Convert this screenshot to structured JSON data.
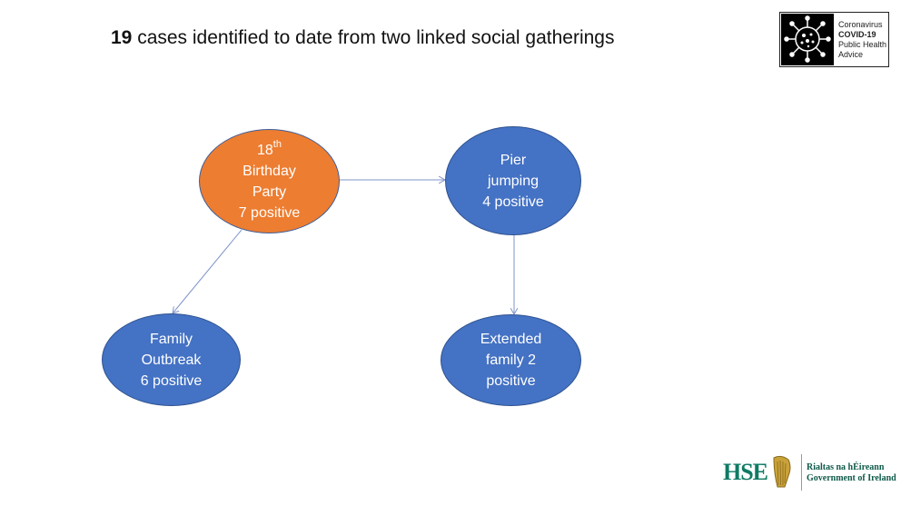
{
  "title": {
    "count": "19",
    "rest": "cases identified to date from two linked social gatherings"
  },
  "badge": {
    "line1": "Coronavirus",
    "line2": "COVID-19",
    "line3": "Public Health",
    "line4": "Advice"
  },
  "nodes": {
    "birthday": {
      "l1_num": "18",
      "l1_sup": "th",
      "l2": "Birthday",
      "l3": "Party",
      "l4": "7 positive",
      "color": "#ed7d31"
    },
    "pier": {
      "l1": "Pier",
      "l2": "jumping",
      "l3": "4 positive",
      "color": "#4472c4"
    },
    "family": {
      "l1": "Family",
      "l2": "Outbreak",
      "l3": "6 positive",
      "color": "#4472c4"
    },
    "extended": {
      "l1": "Extended",
      "l2": "family 2",
      "l3": "positive",
      "color": "#4472c4"
    }
  },
  "edges": [
    {
      "from": "birthday",
      "to": "pier"
    },
    {
      "from": "birthday",
      "to": "family"
    },
    {
      "from": "pier",
      "to": "extended"
    }
  ],
  "footer": {
    "hse_logo": "HSE",
    "gov_line1": "Rialtas na hÉireann",
    "gov_line2": "Government of Ireland"
  }
}
